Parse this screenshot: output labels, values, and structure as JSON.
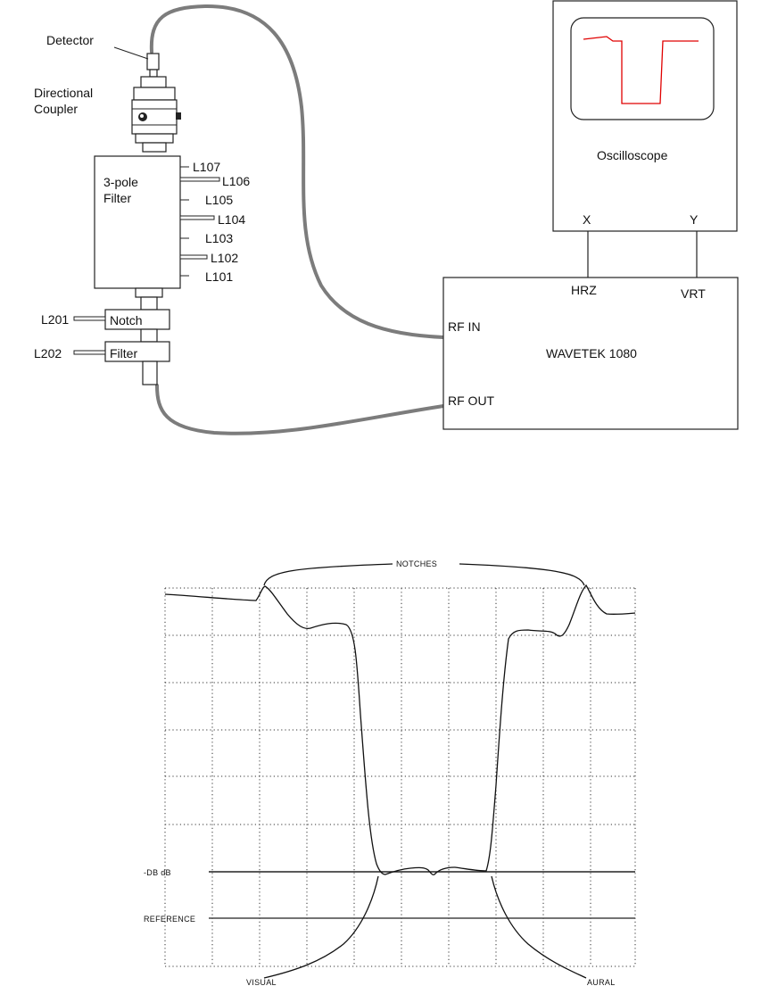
{
  "setup": {
    "detector": "Detector",
    "coupler_line1": "Directional",
    "coupler_line2": "Coupler",
    "filter_line1": "3-pole",
    "filter_line2": "Filter",
    "inductors": [
      "L107",
      "L106",
      "L105",
      "L104",
      "L103",
      "L102",
      "L101"
    ],
    "notch_inductor": "L201",
    "notch_label": "Notch",
    "filter_inductor": "L202",
    "filter_label": "Filter",
    "oscilloscope": "Oscilloscope",
    "x_label": "X",
    "y_label": "Y",
    "hrz_label": "HRZ",
    "vrt_label": "VRT",
    "rf_in": "RF IN",
    "rf_out": "RF OUT",
    "sweep_name": "WAVETEK 1080",
    "scope_trace_color": "#e00000"
  },
  "response": {
    "notches_label": "NOTCHES",
    "db_label": "-DB dB",
    "reference_label": "REFERENCE",
    "visual_label": "VISUAL",
    "aural_label": "AURAL"
  }
}
